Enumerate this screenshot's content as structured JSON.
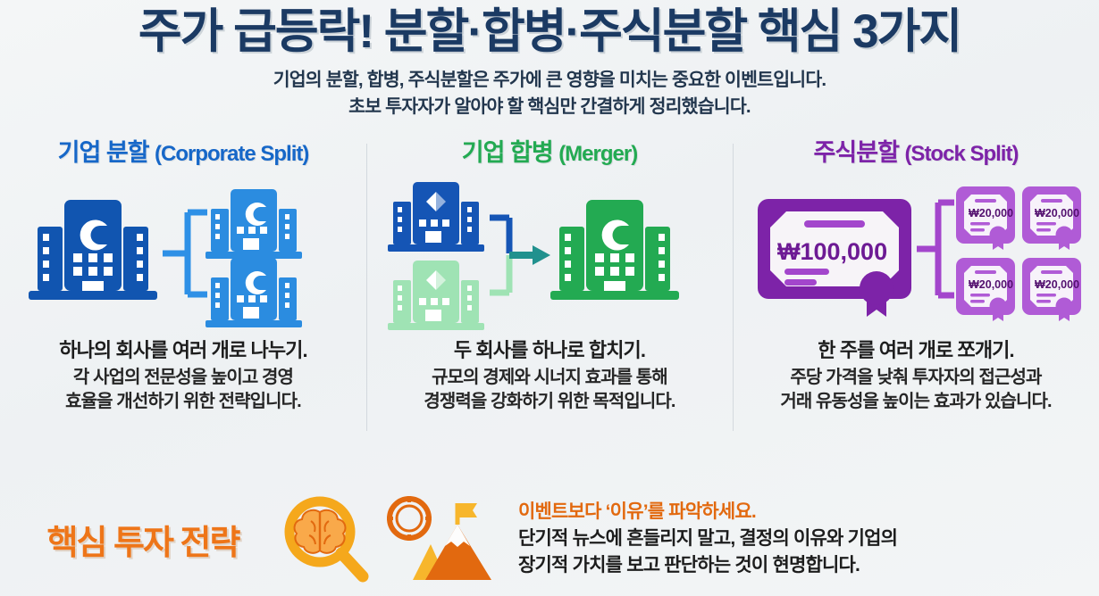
{
  "header": {
    "title": "주가 급등락! 분할·합병·주식분할 핵심 3가지",
    "subtitle_line1": "기업의 분할, 합병, 주식분할은 주가에 큰 영향을 미치는 중요한 이벤트입니다.",
    "subtitle_line2": "초보 투자자가 알아야 할 핵심만 간결하게 정리했습니다."
  },
  "colors": {
    "title_navy": "#1b3a63",
    "split_blue": "#1667c8",
    "split_blue_dark": "#1155b0",
    "split_blue_light": "#2e90e6",
    "merge_green": "#23aa52",
    "merge_green_light": "#9fe3b4",
    "merge_blue": "#1555b5",
    "stock_purple": "#7d23a8",
    "stock_purple_light": "#b05bd6",
    "accent_orange": "#ee7518",
    "accent_orange_dark": "#e2690f",
    "accent_yellow": "#f7b62c",
    "background": "#f2f4f6",
    "divider": "#d3d9de"
  },
  "columns": [
    {
      "id": "corporate-split",
      "heading_ko": "기업 분할",
      "heading_en": "(Corporate Split)",
      "icon_name": "corporate-split-diagram",
      "source_label": "C",
      "result_labels": [
        "C",
        "C"
      ],
      "lead": "하나의 회사를 여러 개로 나누기.",
      "body_line1": "각 사업의 전문성을 높이고 경영",
      "body_line2": "효율을 개선하기 위한 전략입니다."
    },
    {
      "id": "merger",
      "heading_ko": "기업 합병",
      "heading_en": "(Merger)",
      "icon_name": "merger-diagram",
      "source_label": "C",
      "result_labels": [
        "C"
      ],
      "lead": "두 회사를 하나로 합치기.",
      "body_line1": "규모의 경제와 시너지 효과를 통해",
      "body_line2": "경쟁력을 강화하기 위한 목적입니다."
    },
    {
      "id": "stock-split",
      "heading_ko": "주식분할",
      "heading_en": "(Stock Split)",
      "icon_name": "stock-split-diagram",
      "source_label": "₩100,000",
      "result_labels": [
        "₩20,000",
        "₩20,000",
        "₩20,000",
        "₩20,000"
      ],
      "lead": "한 주를 여러 개로 쪼개기.",
      "body_line1": "주당 가격을 낮춰 투자자의 접근성과",
      "body_line2": "거래 유동성을 높이는 효과가 있습니다."
    }
  ],
  "footer": {
    "title": "핵심 투자 전략",
    "icons": [
      "brain-magnifier-icon",
      "compass-icon",
      "mountain-flag-icon"
    ],
    "highlight": "이벤트보다 ‘이유’를 파악하세요.",
    "line1": "단기적 뉴스에 흔들리지 말고, 결정의 이유와 기업의",
    "line2": "장기적 가치를 보고 판단하는 것이 현명합니다."
  }
}
